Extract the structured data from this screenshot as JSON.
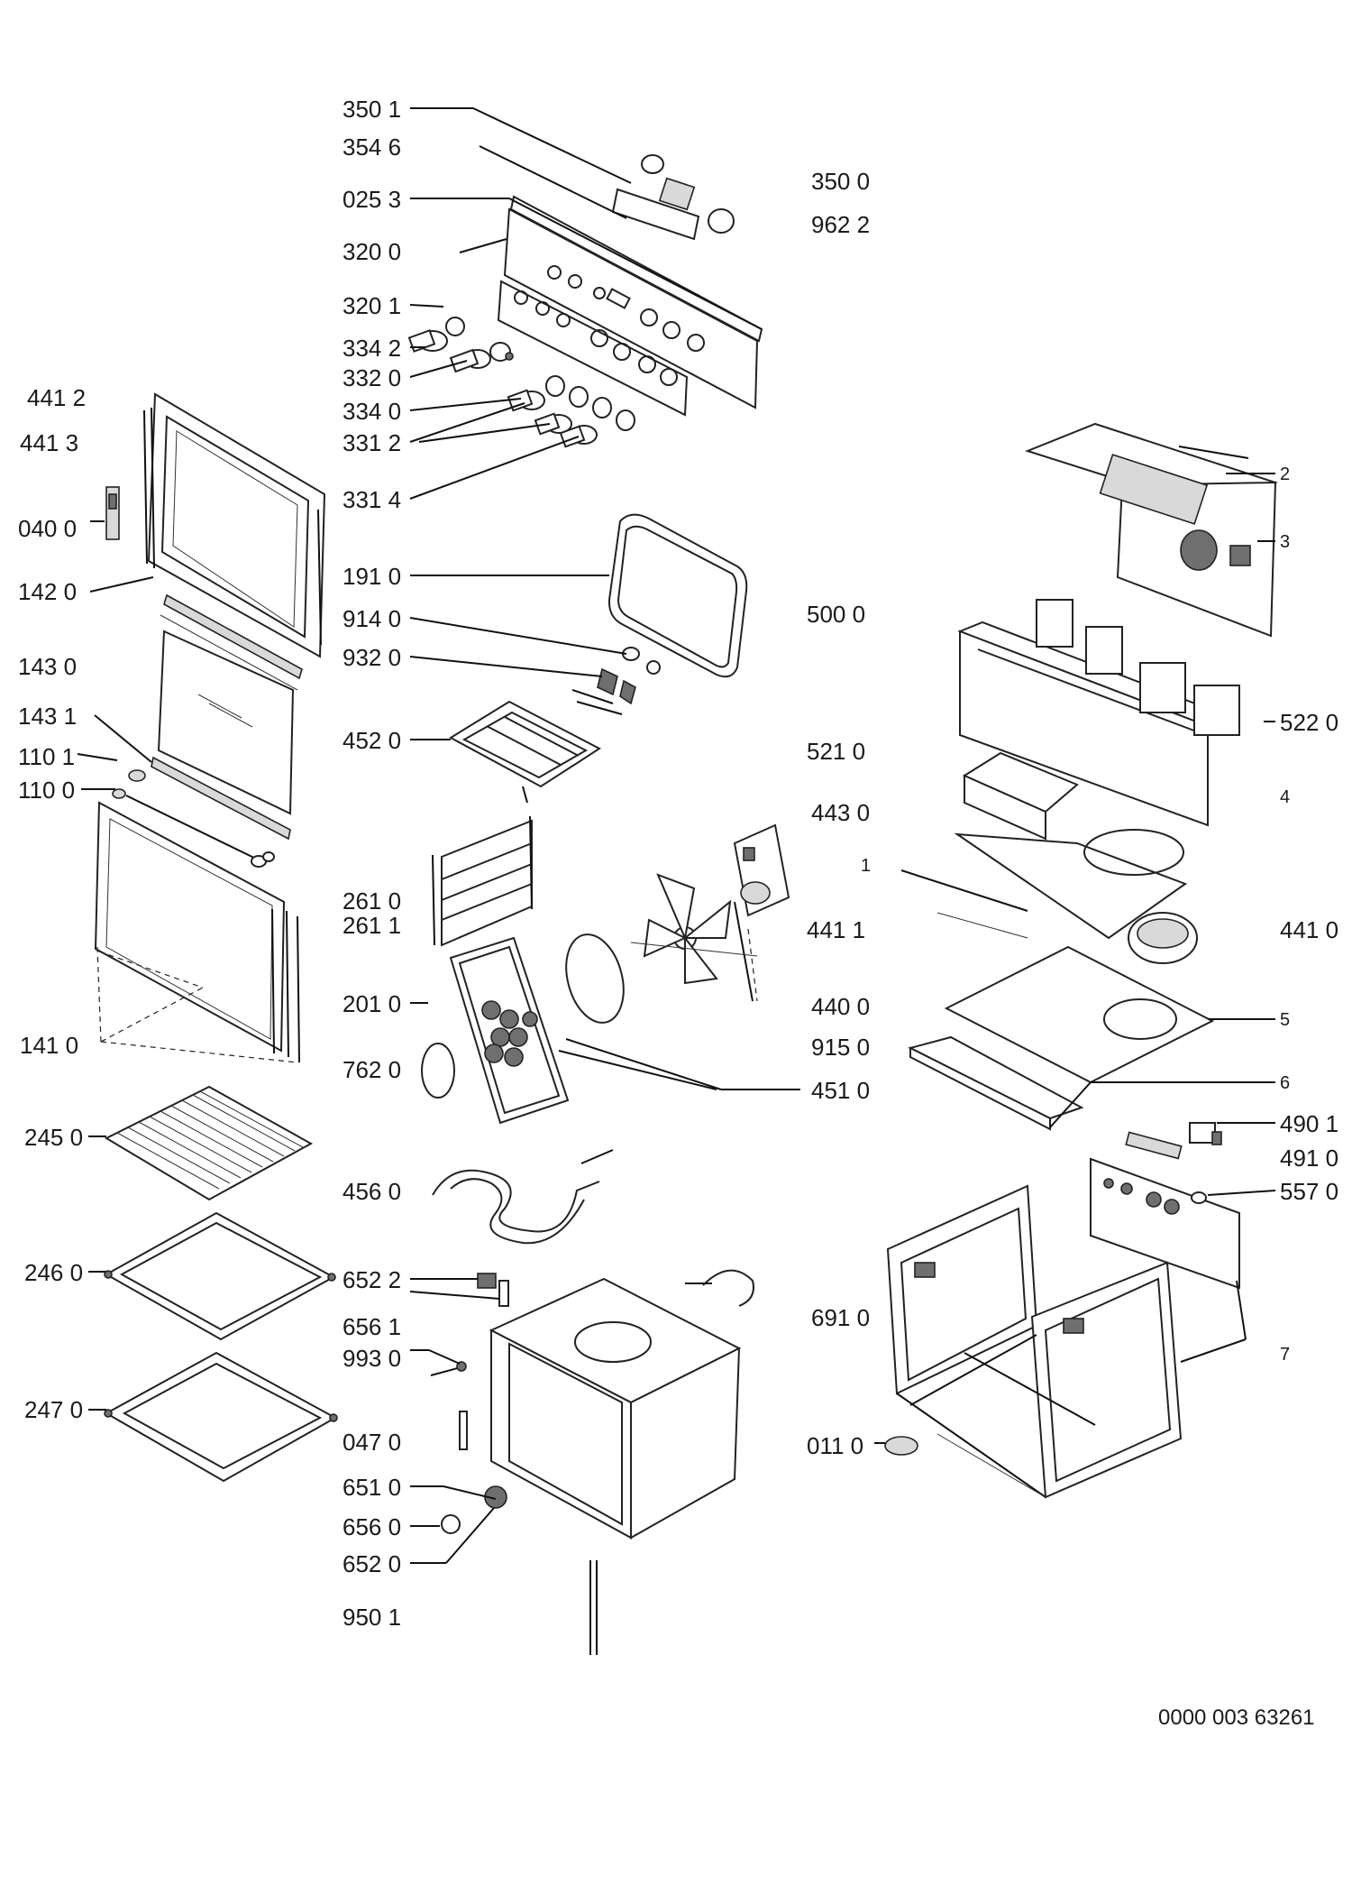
{
  "diagram": {
    "left_labels": [
      "441 2",
      "441 3",
      "040 0",
      "142 0",
      "143 0",
      "143 1",
      "110 1",
      "110 0",
      "141 0",
      "245 0",
      "246 0",
      "247 0"
    ],
    "center_labels": [
      "350 1",
      "354 6",
      "025 3",
      "320 0",
      "320 1",
      "334 2",
      "332 0",
      "334 0",
      "331 2",
      "331 4",
      "191 0",
      "914 0",
      "932 0",
      "452 0",
      "261 0",
      "261 1",
      "201 0",
      "762 0",
      "456 0",
      "652 2",
      "656 1",
      "993 0",
      "047 0",
      "651 0",
      "656 0",
      "652 0",
      "950 1"
    ],
    "mid_right_labels": [
      "350 0",
      "962 2",
      "500 0",
      "521 0",
      "443 0",
      "1",
      "441 1",
      "440 0",
      "915 0",
      "451 0",
      "691 0",
      "011 0"
    ],
    "right_labels": [
      "2",
      "3",
      "522 0",
      "4",
      "441 0",
      "5",
      "6",
      "490 1",
      "491 0",
      "557 0",
      "7"
    ],
    "drawing_code": "0000 003 63261"
  }
}
